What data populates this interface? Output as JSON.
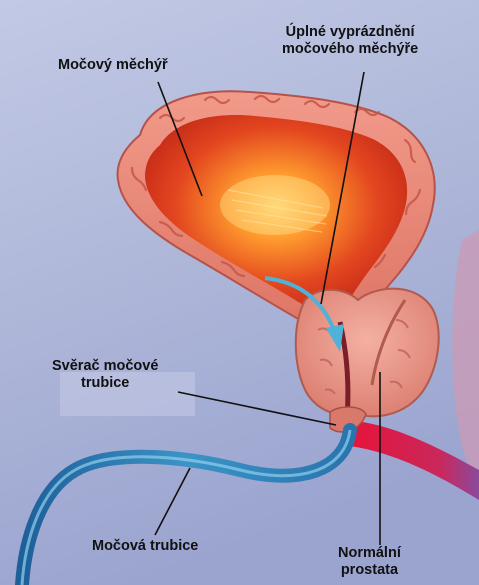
{
  "labels": {
    "bladder": "Močový měchýř",
    "emptying_line1": "Úplné vyprázdnění",
    "emptying_line2": "močového měchýře",
    "sphincter_line1": "Svěrač močové",
    "sphincter_line2": "trubice",
    "urethra": "Močová trubice",
    "prostate_line1": "Normální",
    "prostate_line2": "prostata"
  },
  "colors": {
    "background": "#b7bfdd",
    "bladder_wall": "#e8877a",
    "bladder_inner": "#d83a1c",
    "urine_glow": "#ffb238",
    "prostate": "#e89585",
    "urethra": "#2f7fb5",
    "arrow": "#4fb2d6",
    "vessel": "#e01e3c"
  }
}
